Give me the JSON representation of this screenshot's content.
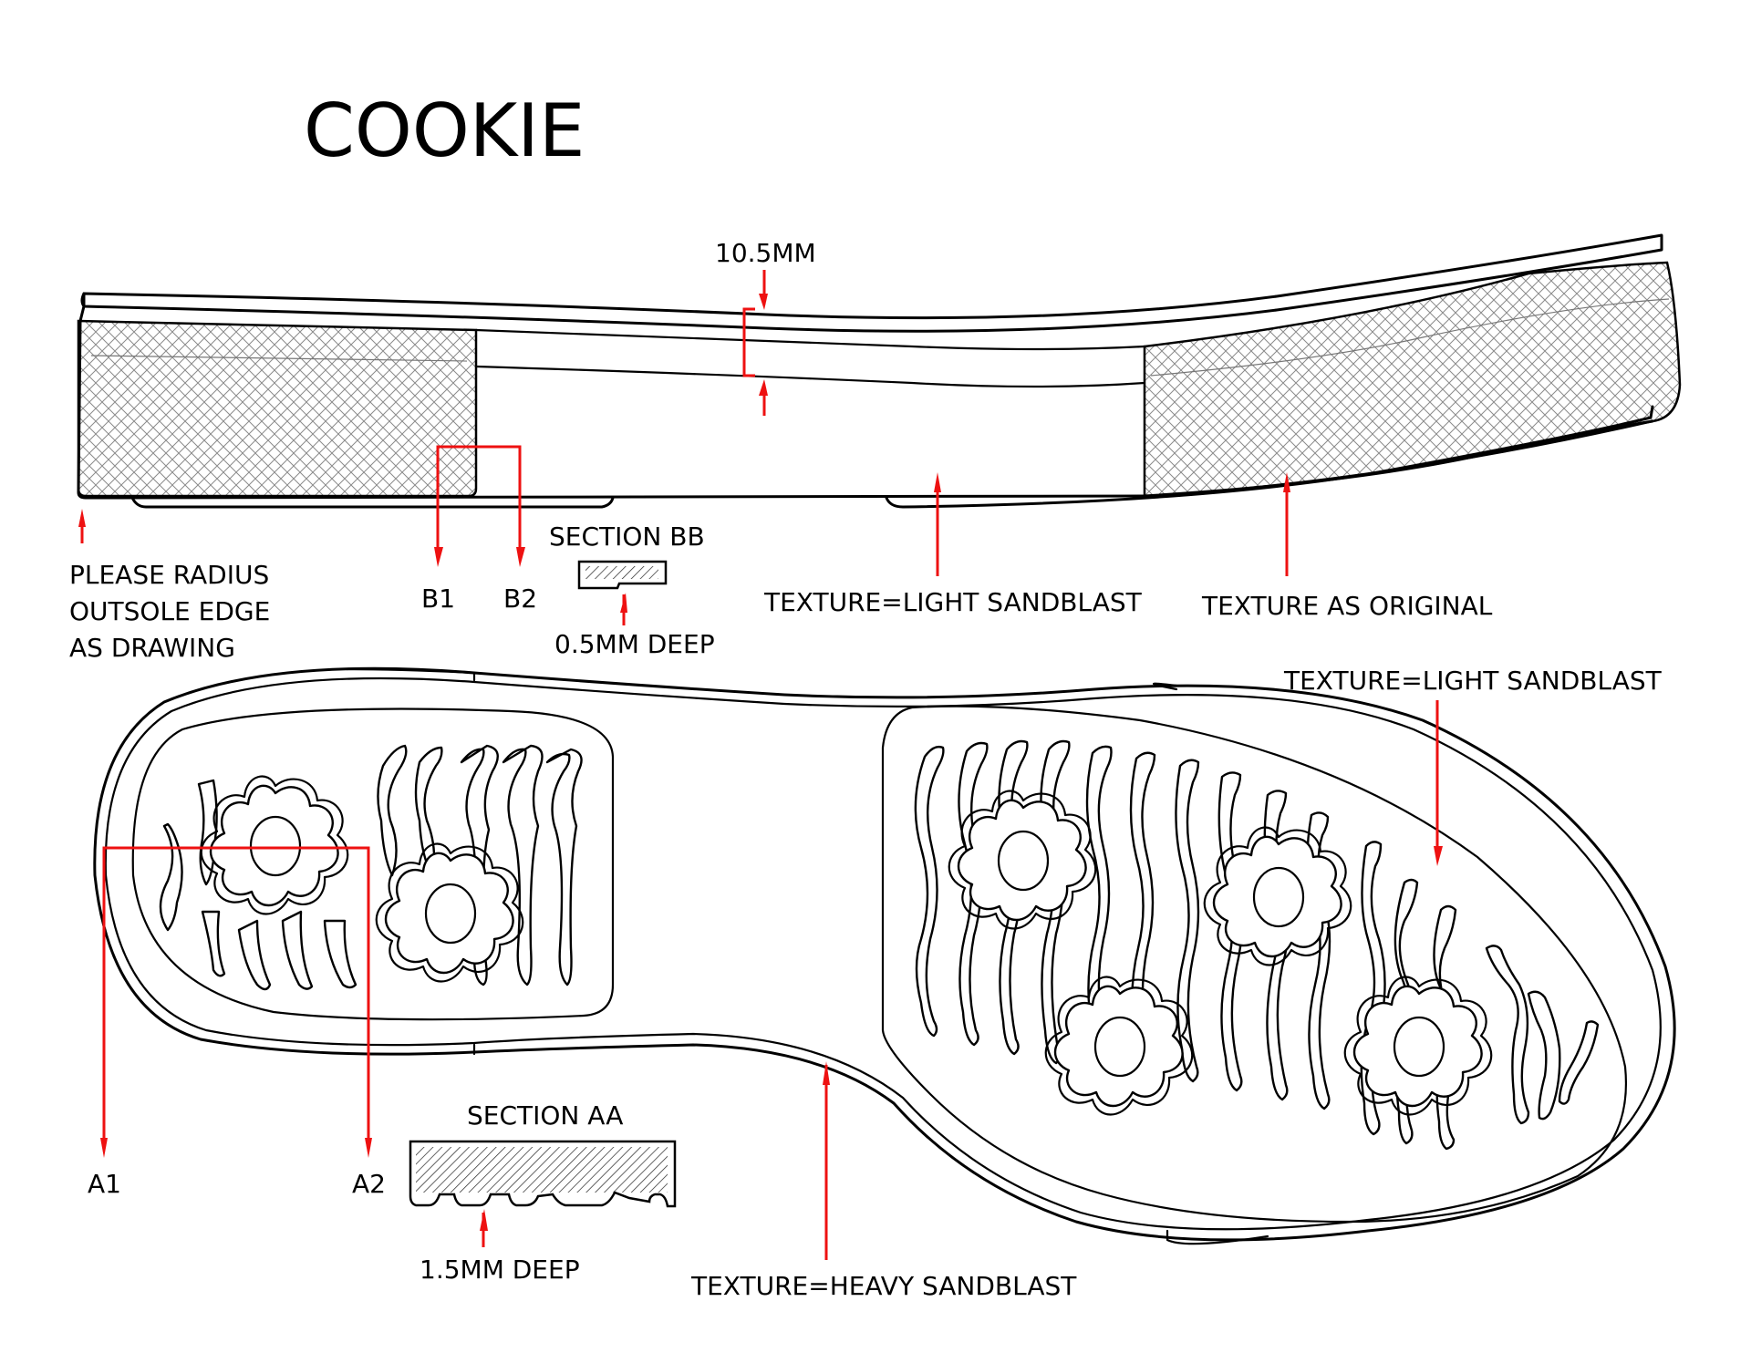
{
  "title": "COOKIE",
  "colors": {
    "line": "#000000",
    "annotation": "#ee1111",
    "texture_hatch": "#888888",
    "background": "#ffffff"
  },
  "side_view": {
    "dimension_label": "10.5MM",
    "notes": {
      "radius_edge": [
        "PLEASE RADIUS",
        "OUTSOLE EDGE",
        "AS DRAWING"
      ],
      "midfoot_texture": "TEXTURE=LIGHT SANDBLAST",
      "toe_texture": "TEXTURE AS ORIGINAL"
    },
    "section_markers": [
      "B1",
      "B2"
    ]
  },
  "section_bb": {
    "title": "SECTION BB",
    "depth_label": "0.5MM DEEP"
  },
  "bottom_view": {
    "section_markers": [
      "A1",
      "A2"
    ],
    "notes": {
      "forefoot_edge_texture": "TEXTURE=LIGHT SANDBLAST",
      "waist_texture": "TEXTURE=HEAVY SANDBLAST"
    },
    "heel_flowers": 2,
    "forefoot_flowers": 4
  },
  "section_aa": {
    "title": "SECTION AA",
    "depth_label": "1.5MM DEEP"
  }
}
